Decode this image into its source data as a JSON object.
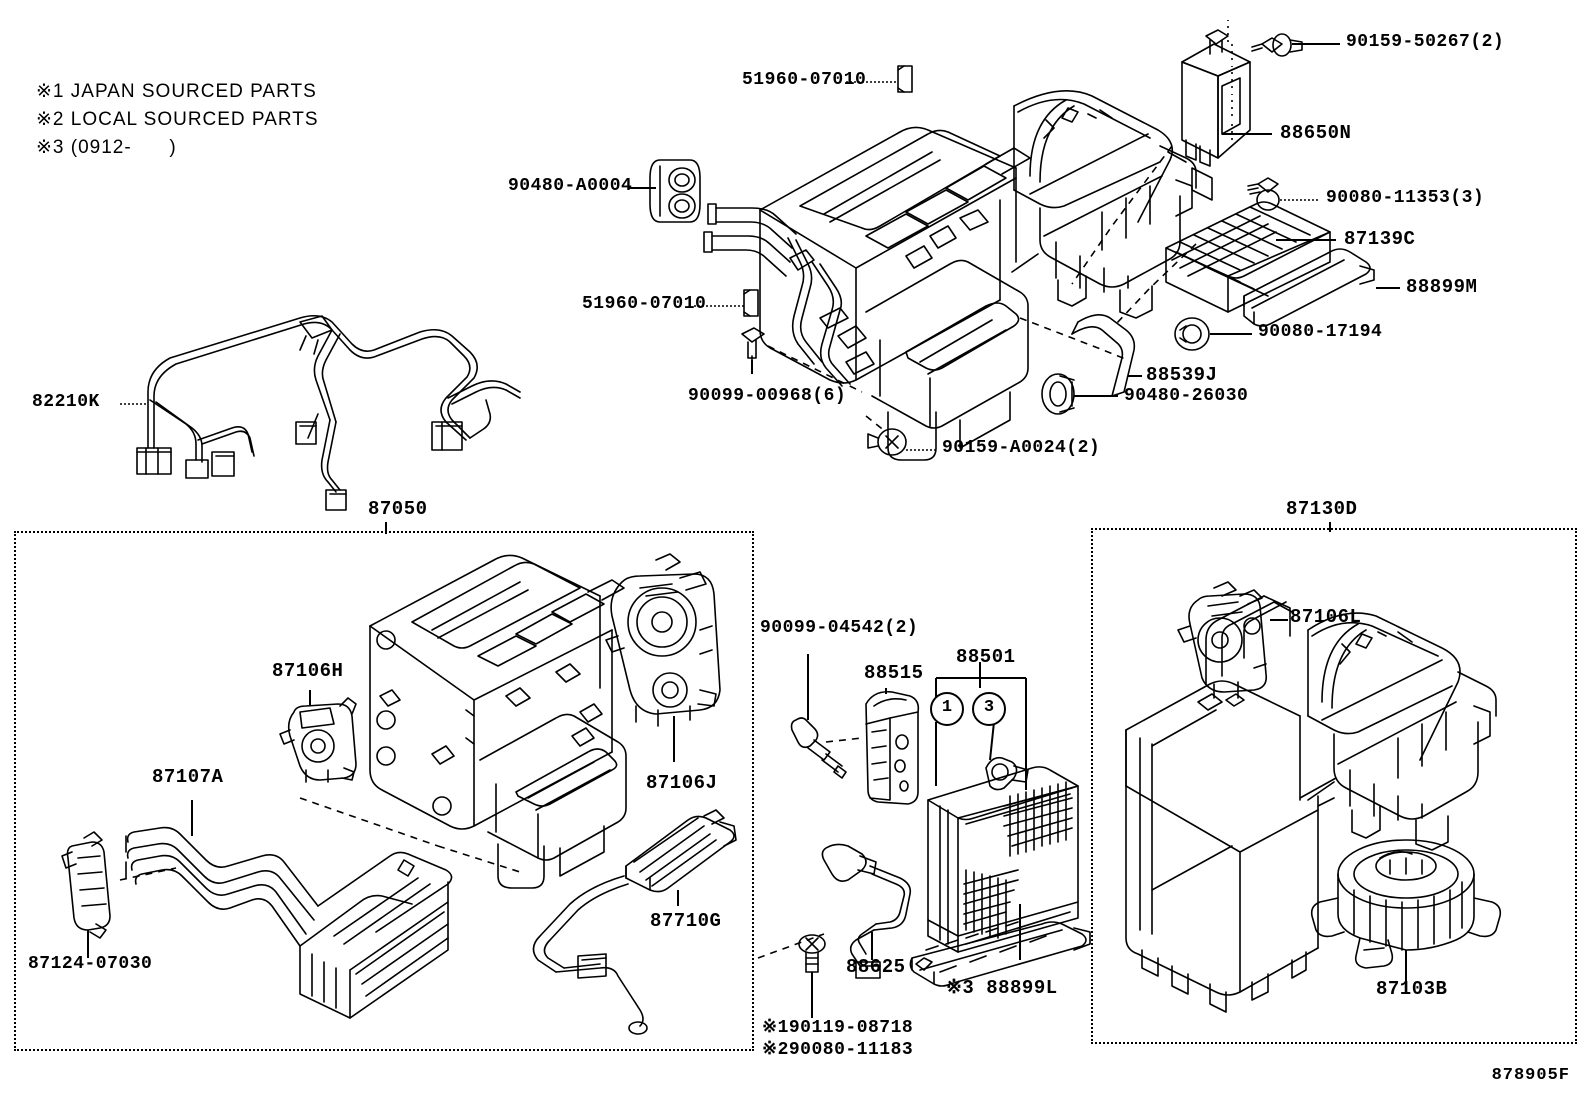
{
  "diagram": {
    "code": "878905F",
    "notes": [
      "※1 JAPAN SOURCED PARTS",
      "※2 LOCAL SOURCED PARTS",
      "※3 (0912-      )"
    ]
  },
  "panels": {
    "left_group": {
      "title": "87050"
    },
    "right_group": {
      "title": "87130D"
    }
  },
  "labels": {
    "harness": "82210K",
    "seal_top": "51960-07010",
    "seal_bottom": "51960-07010",
    "grommet": "90480-A0004",
    "screw_amp": "90159-50267(2)",
    "amplifier": "88650N",
    "clip_filter": "90080-11353(3)",
    "air_filter": "87139C",
    "filter_cover": "88899M",
    "nut_17194": "90080-17194",
    "hose": "88539J",
    "hose_grommet": "90480-26030",
    "screw_00968": "90099-00968(6)",
    "screw_a0024": "90159-A0024(2)",
    "servo_h": "87106H",
    "heater_pipes": "87107A",
    "pipe_clamp": "87124-07030",
    "servo_j": "87106J",
    "heater_core": "87710G",
    "bolt_04542": "90099-04542(2)",
    "expansion_valve": "88515",
    "evaporator": "88501",
    "evap_cover": "88625",
    "evap_seal": "※3 88899L",
    "screw_note1": "※190119-08718",
    "screw_note2": "※290080-11183",
    "servo_l": "87106L",
    "blower_motor": "87103B",
    "circle_one": "1",
    "circle_three": "3"
  }
}
